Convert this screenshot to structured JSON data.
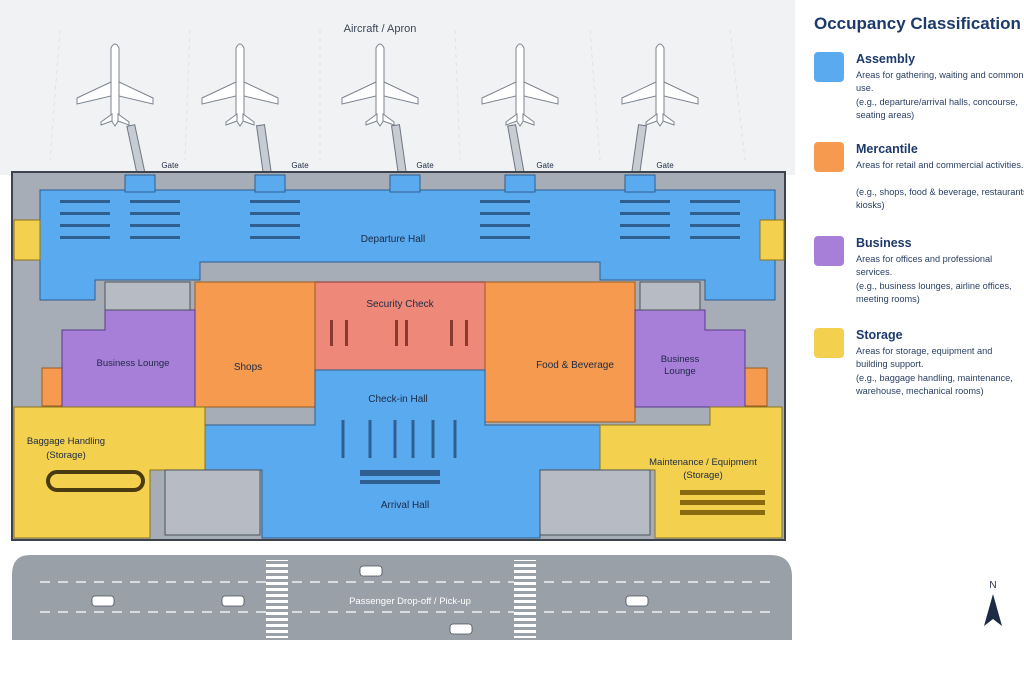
{
  "labels": {
    "apron": "Aircraft / Apron",
    "gate": "Gate",
    "departure_hall": "Departure Hall",
    "security_check": "Security Check",
    "checkin_hall": "Check-in Hall",
    "arrival_hall": "Arrival Hall",
    "shops": "Shops",
    "food_beverage": "Food & Beverage",
    "lounge_left": "Business Lounge",
    "lounge_right_1": "Business",
    "lounge_right_2": "Lounge",
    "baggage_1": "Baggage Handling",
    "baggage_2": "(Storage)",
    "maint_1": "Maintenance / Equipment",
    "maint_2": "(Storage)",
    "road": "Passenger Drop-off / Pick-up",
    "north": "N"
  },
  "legend": {
    "title": "Occupancy Classification",
    "items": [
      {
        "name": "Assembly",
        "color": "#5aaaf0",
        "desc": "Areas for gathering, waiting and common use.",
        "examples": "(e.g., departure/arrival halls, concourse, seating areas)"
      },
      {
        "name": "Mercantile",
        "color": "#f59a4e",
        "desc": "Areas for retail and commercial activities.",
        "examples": "(e.g., shops, food & beverage, restaurants, kiosks)"
      },
      {
        "name": "Business",
        "color": "#a77fd8",
        "desc": "Areas for offices and professional services.",
        "examples": "(e.g., business lounges, airline offices, meeting rooms)"
      },
      {
        "name": "Storage",
        "color": "#f3d04e",
        "desc": "Areas for storage, equipment and building support.",
        "examples": "(e.g., baggage handling, maintenance, warehouse, mechanical rooms)"
      }
    ]
  },
  "colors": {
    "assembly": "#5aaaf0",
    "mercantile": "#f59a4e",
    "business": "#a77fd8",
    "storage": "#f3d04e",
    "security": "#ee8878",
    "service": "#a7adb6",
    "road": "#9aa0a8"
  }
}
